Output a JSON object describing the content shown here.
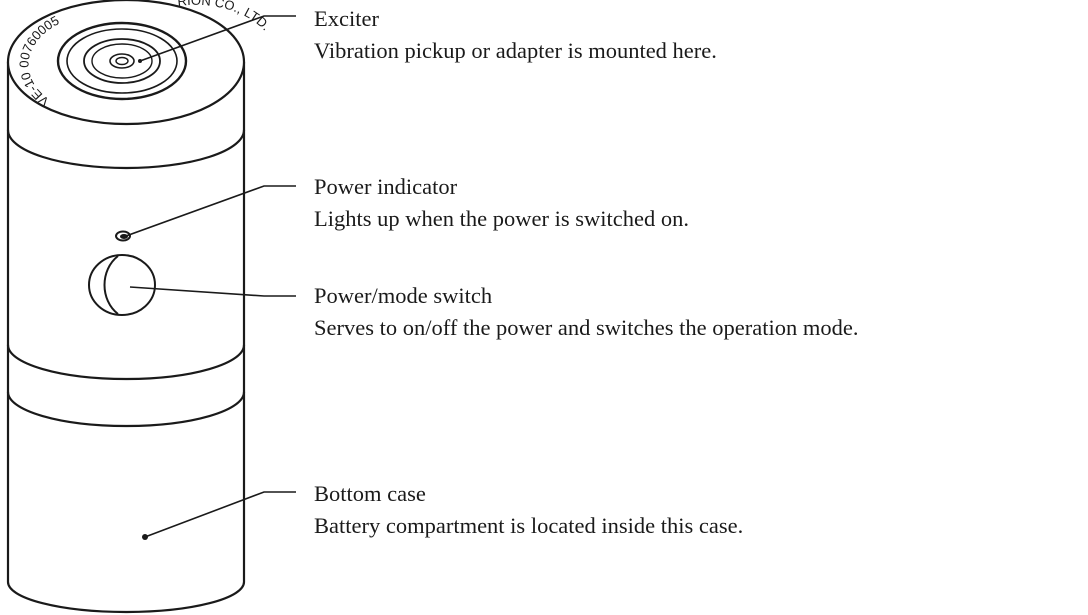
{
  "device": {
    "engraving_left": "VE-10 00760005",
    "engraving_right": "RION CO., LTD."
  },
  "callouts": [
    {
      "title": "Exciter",
      "description": "Vibration pickup or adapter is mounted here."
    },
    {
      "title": "Power indicator",
      "description": "Lights up when the power is switched on."
    },
    {
      "title": "Power/mode switch",
      "description": "Serves to on/off the power and switches the operation mode."
    },
    {
      "title": "Bottom case",
      "description": "Battery compartment is located inside this case."
    }
  ]
}
